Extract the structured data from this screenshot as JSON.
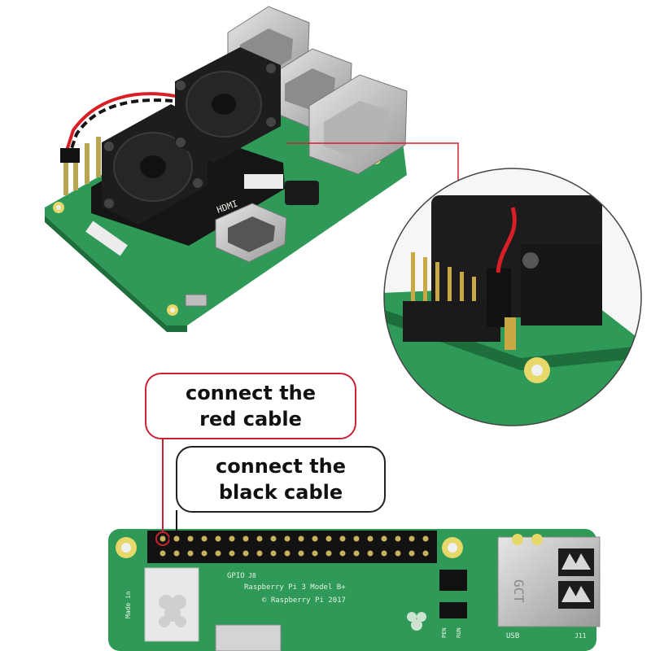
{
  "callouts": {
    "red": {
      "line1": "connect the",
      "line2": "red cable",
      "border_color": "#cc2233"
    },
    "black": {
      "line1": "connect the",
      "line2": "black cable",
      "border_color": "#222222"
    }
  },
  "board_silkscreen": {
    "gpio": "GPIO",
    "header_ref": "J8",
    "model": "Raspberry Pi 3 Model B+",
    "copyright": "© Raspberry Pi 2017",
    "made_in": "Made in",
    "usb": "USB",
    "usb_ref": "J11",
    "usb_brand": "GCT",
    "run": "RUN",
    "pen": "PEN",
    "hdmi": "HDMI"
  },
  "colors": {
    "pcb_green": "#2f9a57",
    "pcb_dark": "#1e6e3c",
    "red_wire": "#d81f26",
    "black_wire": "#151515",
    "metal": "#c9c9c9"
  }
}
